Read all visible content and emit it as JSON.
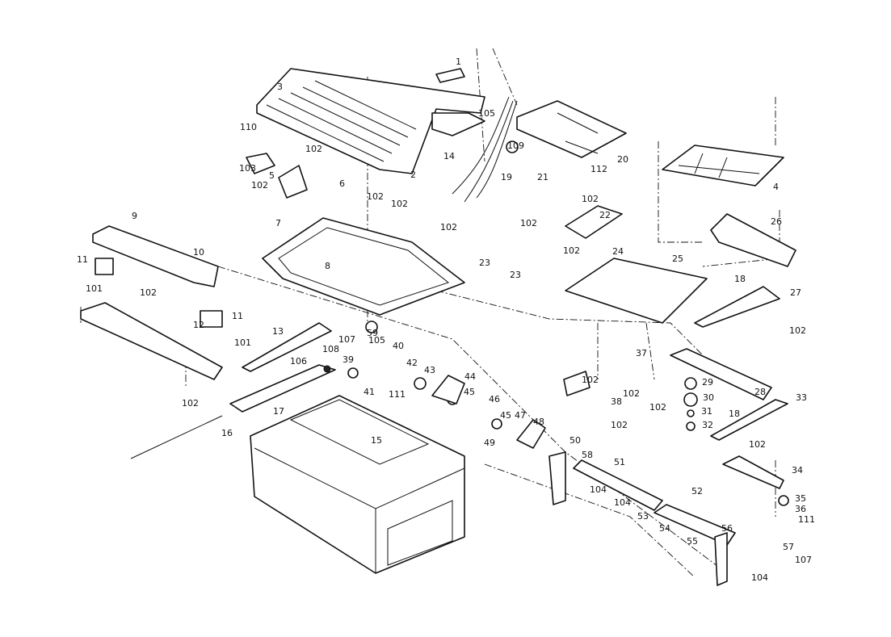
{
  "part_labels": [
    "1",
    "3",
    "105",
    "110",
    "102",
    "103",
    "5",
    "6",
    "14",
    "2",
    "109",
    "19",
    "20",
    "21",
    "112",
    "4",
    "102",
    "102",
    "102",
    "102",
    "9",
    "102",
    "102",
    "22",
    "26",
    "7",
    "10",
    "11",
    "23",
    "102",
    "24",
    "25",
    "23",
    "8",
    "18",
    "101",
    "102",
    "27",
    "11",
    "12",
    "102",
    "101",
    "59",
    "105",
    "107",
    "13",
    "40",
    "108",
    "39",
    "37",
    "42",
    "43",
    "106",
    "29",
    "44",
    "102",
    "102",
    "38",
    "41",
    "111",
    "45",
    "30",
    "28",
    "33",
    "46",
    "102",
    "102",
    "31",
    "18",
    "17",
    "47",
    "45",
    "48",
    "32",
    "102",
    "16",
    "15",
    "49",
    "50",
    "102",
    "58",
    "51",
    "34",
    "52",
    "35",
    "104",
    "104",
    "36",
    "53",
    "111",
    "54",
    "55",
    "56",
    "57",
    "107",
    "104"
  ],
  "colors": {
    "ink": "#111111",
    "background": "#ffffff"
  }
}
